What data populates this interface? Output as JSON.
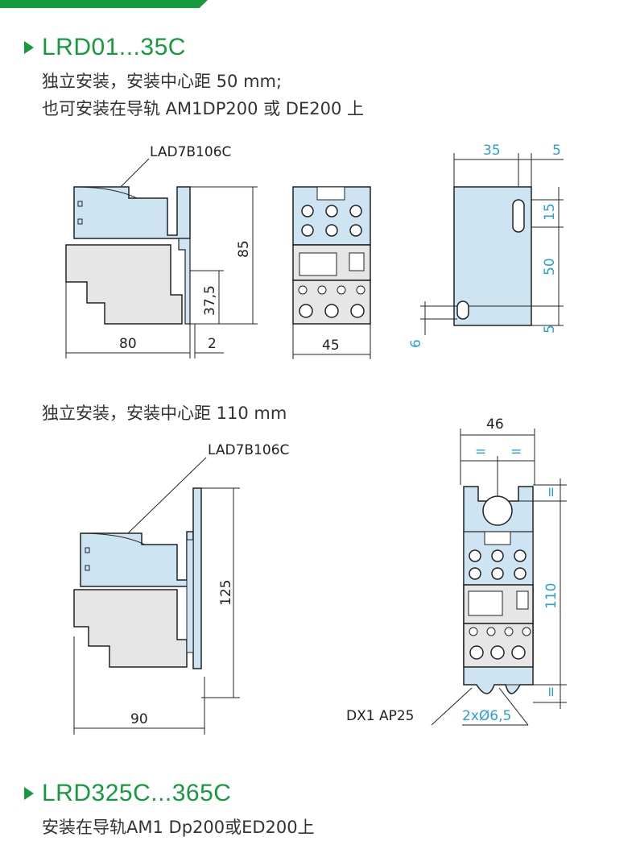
{
  "sections": [
    {
      "title": "LRD01...35C",
      "lines": [
        "独立安装，安装中心距 50 mm;",
        "也可安装在导轨 AM1DP200 或 DE200 上"
      ]
    },
    {
      "lines": [
        "独立安装，安装中心距 110 mm"
      ]
    },
    {
      "title": "LRD325C...365C",
      "lines": [
        "安装在导轨AM1 Dp200或ED200上"
      ]
    }
  ],
  "drawing1": {
    "part_label": "LAD7B106C",
    "dims": {
      "width": "80",
      "gap": "2",
      "height": "85",
      "mid": "37,5",
      "front_width": "45"
    }
  },
  "drawing2": {
    "dims": {
      "top": "35",
      "side": "5",
      "a": "15",
      "b": "50",
      "c": "5",
      "d": "6"
    }
  },
  "drawing3": {
    "part_label": "LAD7B106C",
    "dims": {
      "width": "90",
      "height": "125"
    }
  },
  "drawing4": {
    "dims": {
      "width": "46",
      "eq": "=",
      "height": "110",
      "eq2": "="
    },
    "labels": {
      "plate": "DX1 AP25",
      "holes": "2xØ6,5"
    }
  },
  "colors": {
    "brand_green": "#159a3d",
    "part_blue": "#cde4f3",
    "dim_blue": "#2aa0d6",
    "body_gray": "#e6e6e6"
  }
}
